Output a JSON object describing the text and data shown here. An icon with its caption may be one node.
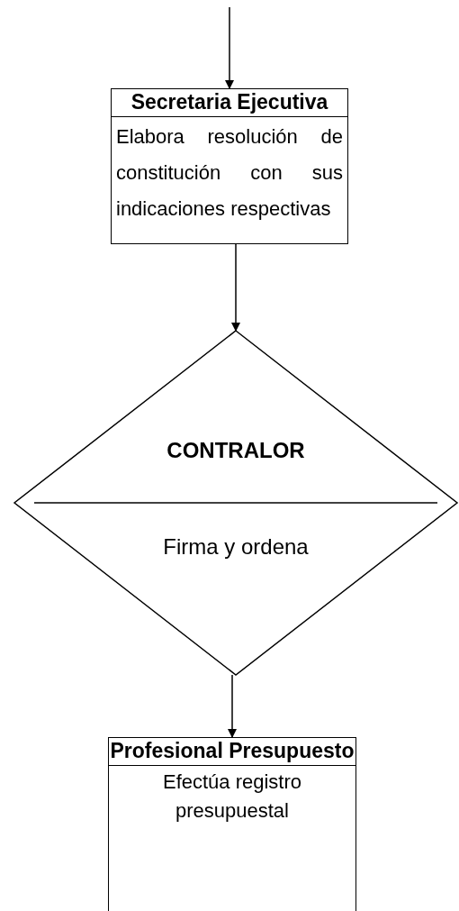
{
  "diagram": {
    "nodes": [
      {
        "text": [
          "Secretaria Ejecutiva",
          "Elabora resolución de constitución con sus indicaciones respectivas"
        ]
      },
      {
        "text": [
          "CONTRALOR",
          "Firma y ordena"
        ]
      },
      {
        "text": [
          "Profesional Presupuesto",
          "Efectúa registro presupuestal"
        ]
      }
    ],
    "edges": [
      {
        "from": null,
        "to": 0,
        "arrow": "to"
      },
      {
        "from": 0,
        "to": 1,
        "arrow": "to"
      },
      {
        "from": 1,
        "to": 2,
        "arrow": "to"
      }
    ]
  }
}
